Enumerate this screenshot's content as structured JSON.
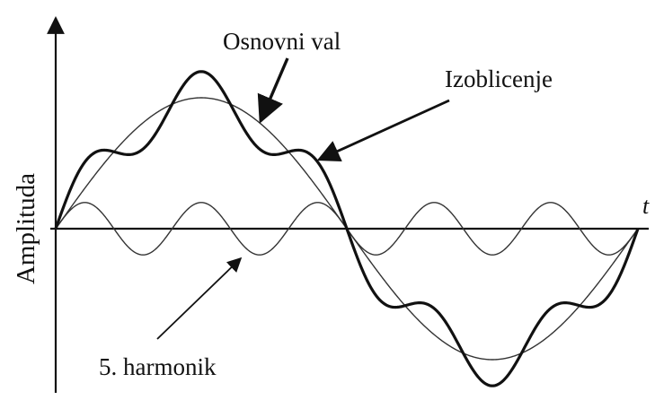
{
  "figure": {
    "ylabel": "Amplituda",
    "xlabel": "t",
    "annotations": {
      "fundamental": "Osnovni val",
      "distortion": "Izoblicenje",
      "harmonic": "5. harmonik"
    }
  },
  "chart_data": {
    "type": "line",
    "ylabel": "Amplituda",
    "xlabel": "t",
    "xlim": [
      0,
      1
    ],
    "ylim": [
      -1.2,
      1.2
    ],
    "grid": false,
    "series": [
      {
        "name": "Osnovni val",
        "function": "sin(2*pi*t)",
        "amplitude": 1.0,
        "frequency": 1
      },
      {
        "name": "5. harmonik",
        "function": "0.2*sin(10*pi*t)",
        "amplitude": 0.2,
        "frequency": 5
      },
      {
        "name": "Izoblicenje",
        "function": "sin(2*pi*t) + 0.2*sin(10*pi*t)"
      }
    ],
    "annotations": [
      "Osnovni val",
      "Izoblicenje",
      "5. harmonik"
    ]
  },
  "colors": {
    "ink": "#111111",
    "thin": "#333333"
  }
}
